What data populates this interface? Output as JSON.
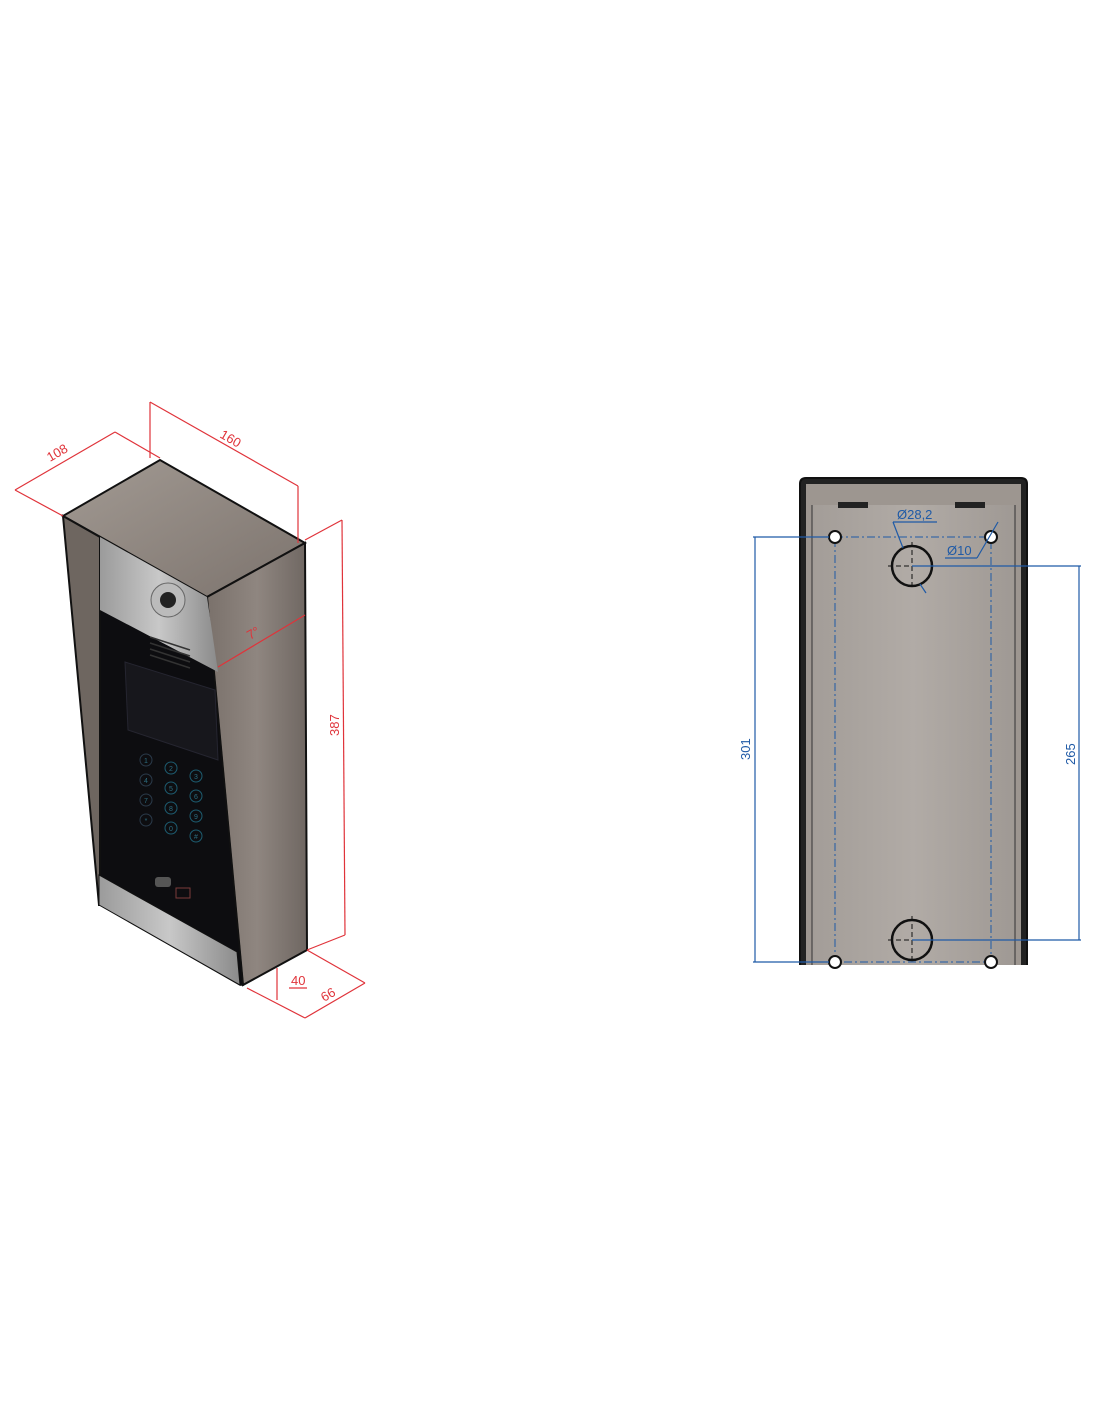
{
  "figure": {
    "iso_view": {
      "dimensions": {
        "depth_top": "108",
        "width": "160",
        "height": "387",
        "angle": "7°",
        "depth_bottom_inner": "40",
        "depth_bottom": "66"
      },
      "keypad_keys": [
        "1",
        "2",
        "3",
        "4",
        "5",
        "6",
        "7",
        "8",
        "9",
        "*",
        "0",
        "#"
      ]
    },
    "rear_view": {
      "dimensions": {
        "large_hole_diameter": "Ø28,2",
        "small_hole_diameter": "Ø10",
        "mount_hole_spacing": "301",
        "cable_hole_spacing": "265"
      }
    },
    "colors": {
      "dimension_red": "#e0333a",
      "dimension_blue": "#1f5aa6",
      "steel": "#8a8580",
      "glass": "#0d0d10"
    }
  }
}
